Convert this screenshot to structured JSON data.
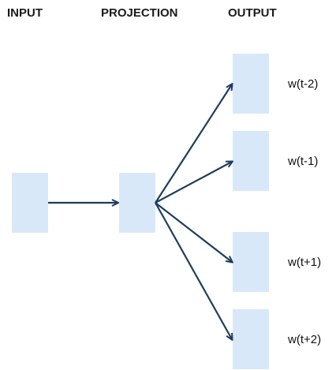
{
  "headers": {
    "input": "INPUT",
    "projection": "PROJECTION",
    "output": "OUTPUT"
  },
  "outputs": [
    {
      "label": "w(t-2)"
    },
    {
      "label": "w(t-1)"
    },
    {
      "label": "w(t+1)"
    },
    {
      "label": "w(t+2)"
    }
  ],
  "colors": {
    "box_fill": "#d8e8f8",
    "arrow": "#1f3d5c",
    "header_text": "#1a1a1a"
  }
}
